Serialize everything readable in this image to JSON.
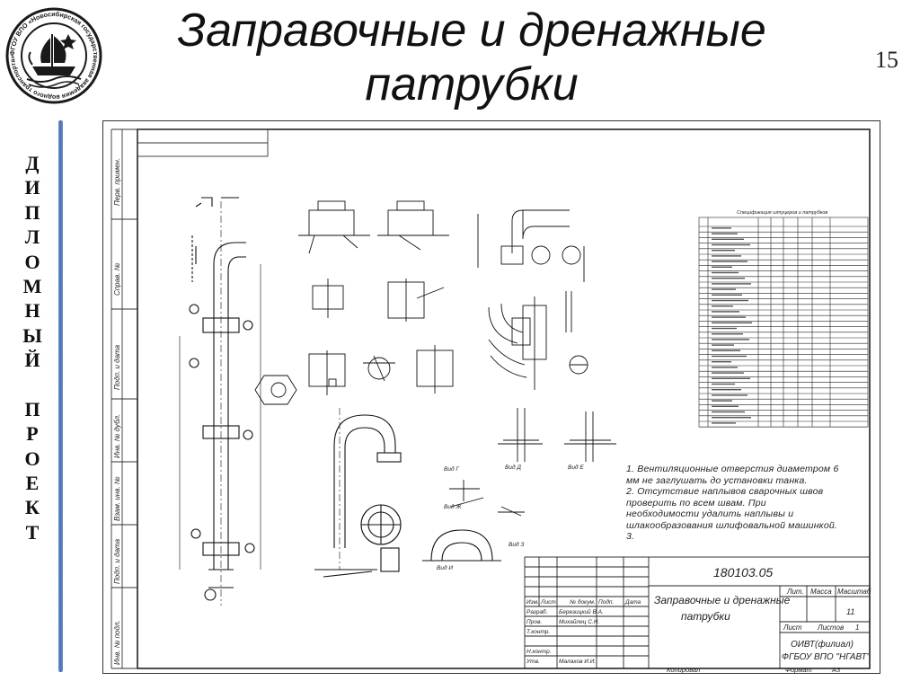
{
  "slide": {
    "title_line1": "Заправочные и дренажные",
    "title_line2": "патрубки",
    "page_number": "15",
    "vertical_label": [
      "Д",
      "И",
      "П",
      "Л",
      "О",
      "М",
      "Н",
      "Ы",
      "Й",
      " ",
      "П",
      "Р",
      "О",
      "Е",
      "К",
      "Т"
    ]
  },
  "logo": {
    "ring_text": "ФГОУ ВПО «Новосибирская государственная академия водного транспорта»"
  },
  "drawing": {
    "table_title": "Спецификация штуцеров и патрубков",
    "side_labels": [
      "Перв. примен.",
      "Справ. №",
      "Подп. и дата",
      "Инв. № дубл.",
      "Взам. инв. №",
      "Подп. и дата",
      "Инв. № подл."
    ],
    "views": [
      "Вид Г",
      "Вид Д",
      "Вид Е",
      "Вид Ж",
      "Вид З",
      "Вид И"
    ],
    "notes": [
      "1. Вентиляционные отверстия диаметром 6 мм не заглушать до установки танка.",
      "2. Отсутствие наплывов сварочных швов проверить по всем швам. При необходимости удалить наплывы и шлакообразования шлифовальной машинкой.",
      "3."
    ],
    "stamp": {
      "doc_code": "180103.05",
      "name_line1": "Заправочные и дренажные",
      "name_line2": "патрубки",
      "lit": "Лит.",
      "mass": "Масса",
      "scale": "Масштаб",
      "scale_value": "11",
      "sheet": "Лист",
      "sheets": "Листов",
      "sheets_value": "1",
      "org_line1": "ОИВТ(филиал)",
      "org_line2": "ФГБОУ ВПО \"НГАВТ\"",
      "copied": "Копировал",
      "format": "Формат",
      "format_value": "А3",
      "rows": [
        {
          "role": "Изм.",
          "c2": "Лист",
          "c3": "№ докум.",
          "c4": "Подп.",
          "c5": "Дата"
        },
        {
          "role": "Разраб.",
          "name": "Березицкий В.А."
        },
        {
          "role": "Пров.",
          "name": "Михайлец С.Н."
        },
        {
          "role": "Т.контр.",
          "name": ""
        },
        {
          "role": "",
          "name": ""
        },
        {
          "role": "Н.контр.",
          "name": ""
        },
        {
          "role": "Утв.",
          "name": "Малахов И.И."
        }
      ]
    }
  }
}
